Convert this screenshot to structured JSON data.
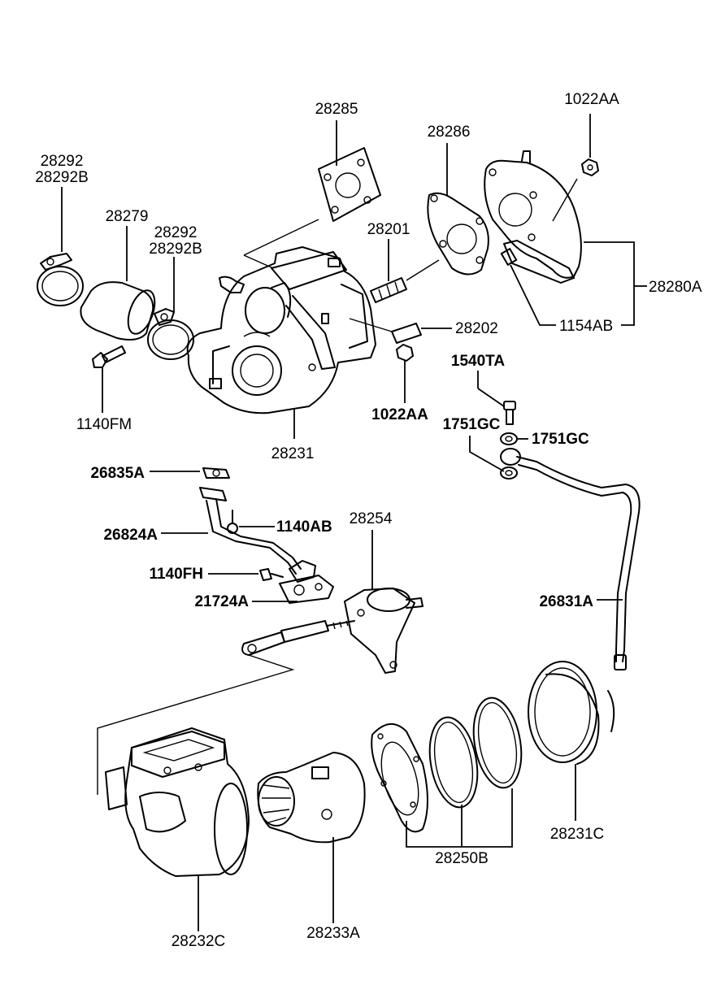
{
  "labels": {
    "p28285": "28285",
    "p28286": "28286",
    "p1022AA_top": "1022AA",
    "p28292_a": "28292",
    "p28292B_a": "28292B",
    "p28279": "28279",
    "p28292_b": "28292",
    "p28292B_b": "28292B",
    "p28201": "28201",
    "p28280A": "28280A",
    "p28202": "28202",
    "p1154AB": "1154AB",
    "p1140FM": "1140FM",
    "p1022AA_bottom": "1022AA",
    "p28231": "28231",
    "p1540TA": "1540TA",
    "p1751GC_left": "1751GC",
    "p1751GC_right": "1751GC",
    "p26835A": "26835A",
    "p28254": "28254",
    "p26824A": "26824A",
    "p1140AB": "1140AB",
    "p1140FH": "1140FH",
    "p21724A": "21724A",
    "p26831A": "26831A",
    "p28250B": "28250B",
    "p28231C": "28231C",
    "p28232C": "28232C",
    "p28233A": "28233A"
  }
}
